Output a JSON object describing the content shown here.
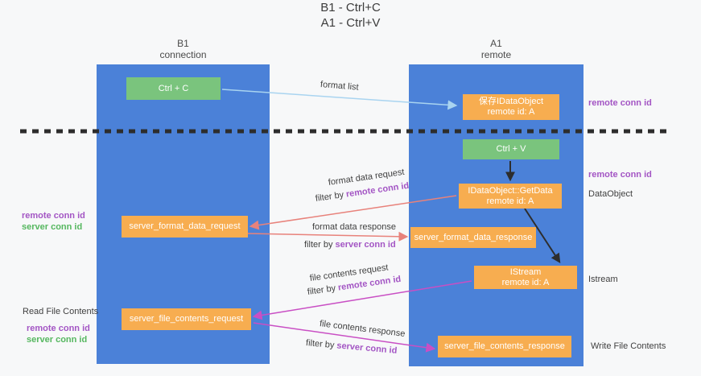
{
  "title": {
    "line1": "B1 - Ctrl+C",
    "line2": "A1 - Ctrl+V"
  },
  "lanes": {
    "b1": {
      "title": "B1",
      "subtitle": "connection"
    },
    "a1": {
      "title": "A1",
      "subtitle": "remote"
    }
  },
  "boxes": {
    "ctrl_c": {
      "label": "Ctrl + C"
    },
    "ctrl_v": {
      "label": "Ctrl + V"
    },
    "save_idataobject": {
      "line1": "保存IDataObject",
      "line2": "remote id: A"
    },
    "idataobject_getdata": {
      "line1": "IDataObject::GetData",
      "line2": "remote id: A"
    },
    "istream": {
      "line1": "IStream",
      "line2": "remote id: A"
    },
    "server_format_data_request": {
      "label": "server_format_data_request"
    },
    "server_format_data_response": {
      "label": "server_format_data_response"
    },
    "server_file_contents_request": {
      "label": "server_file_contents_request"
    },
    "server_file_contents_response": {
      "label": "server_file_contents_response"
    }
  },
  "arrow_labels": {
    "format_list": "format list",
    "format_data_request": "format data request",
    "format_data_response": "format data response",
    "file_contents_request": "file contents request",
    "file_contents_response": "file contents response",
    "filter_by": "filter by"
  },
  "legend": {
    "remote_conn_id": "remote conn id",
    "server_conn_id": "server conn id"
  },
  "annotations": {
    "dataobject": "DataObject",
    "istream": "Istream",
    "read_file_contents": "Read File Contents",
    "write_file_contents": "Write File Contents"
  },
  "colors": {
    "lane_blue": "#4b81d8",
    "box_green": "#7ac47d",
    "box_orange": "#f7ad50",
    "arrow_light_blue": "#a9d4f0",
    "arrow_salmon": "#e8827b",
    "arrow_magenta": "#c94fc4",
    "arrow_black": "#2d2d2d",
    "label_purple": "#a355c4",
    "label_green": "#55b75f",
    "background": "#f7f8f9"
  }
}
